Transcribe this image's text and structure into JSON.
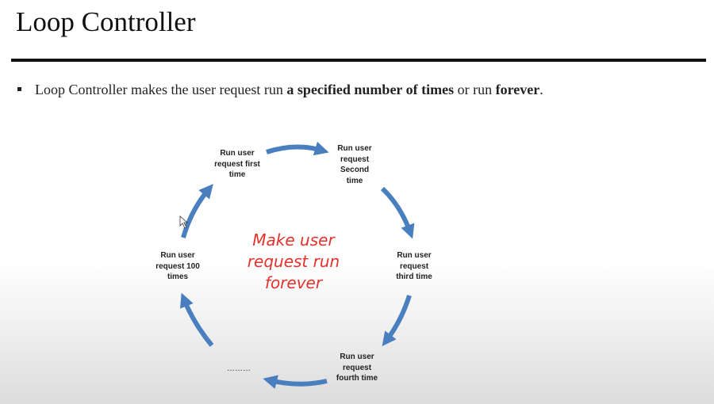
{
  "slide": {
    "title": "Loop Controller",
    "bullet": {
      "part1": "Loop Controller makes the user request run ",
      "bold1": "a specified number of times",
      "part2": " or run ",
      "bold2": "forever",
      "part3": "."
    }
  },
  "diagram": {
    "center_text": "Make user\nrequest run\nforever",
    "nodes": {
      "first": "Run user\nrequest first\ntime",
      "second": "Run user\nrequest\nSecond\ntime",
      "third": "Run user\nrequest\nthird  time",
      "fourth": "Run user\nrequest\nfourth time",
      "ellipsis": "………",
      "hundred": "Run user\nrequest 100\ntimes"
    },
    "arrow_color": "#4a7fbf",
    "center_color": "#e4312b"
  }
}
